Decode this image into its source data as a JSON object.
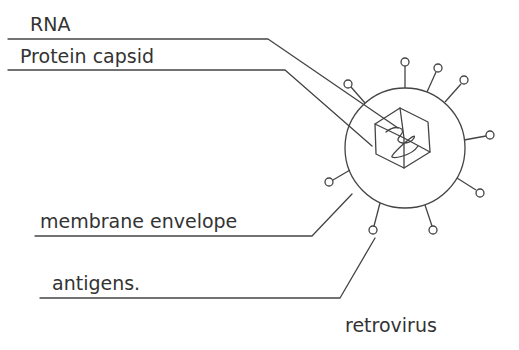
{
  "diagram": {
    "caption": "retrovirus",
    "labels": [
      "RNA",
      "Protein capsid",
      "membrane envelope",
      "antigens."
    ]
  }
}
